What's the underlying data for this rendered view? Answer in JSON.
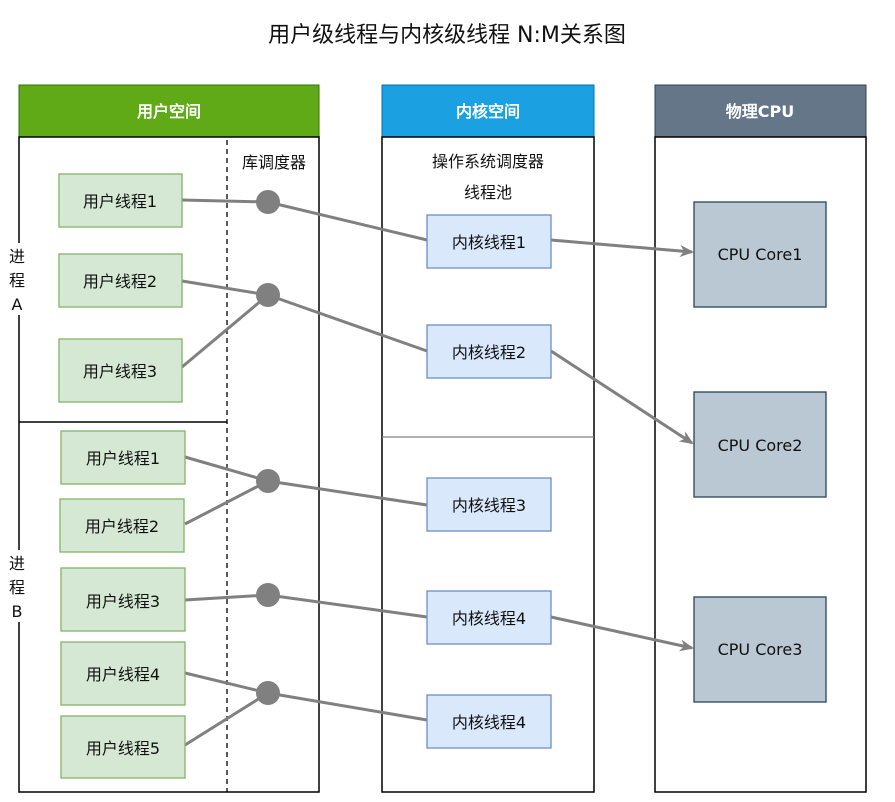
{
  "title": "用户级线程与内核级线程 N:M关系图",
  "colors": {
    "user_header": "#60a917",
    "kernel_header": "#1ba1e2",
    "cpu_header": "#647687",
    "user_thread_fill": "#d5e8d4",
    "user_thread_stroke": "#82b366",
    "kernel_thread_fill": "#dae8fc",
    "kernel_thread_stroke": "#6c8ebf",
    "cpu_fill": "#bac8d3",
    "cpu_stroke": "#23445d",
    "connector": "#808080"
  },
  "user_space": {
    "header": "用户空间",
    "library_scheduler": "库调度器",
    "process_a": {
      "label_chars": [
        "进",
        "程",
        "A"
      ],
      "threads": [
        "用户线程1",
        "用户线程2",
        "用户线程3"
      ]
    },
    "process_b": {
      "label_chars": [
        "进",
        "程",
        "B"
      ],
      "threads": [
        "用户线程1",
        "用户线程2",
        "用户线程3",
        "用户线程4",
        "用户线程5"
      ]
    }
  },
  "kernel_space": {
    "header": "内核空间",
    "scheduler_label": "操作系统调度器",
    "pool_label": "线程池",
    "threads": [
      "内核线程1",
      "内核线程2",
      "内核线程3",
      "内核线程4",
      "内核线程4"
    ]
  },
  "cpu": {
    "header": "物理CPU",
    "cores": [
      "CPU Core1",
      "CPU Core2",
      "CPU Core3"
    ]
  },
  "mappings": [
    {
      "users": [
        "A.用户线程1"
      ],
      "kernel": "内核线程1",
      "cpu": "CPU Core1"
    },
    {
      "users": [
        "A.用户线程2",
        "A.用户线程3"
      ],
      "kernel": "内核线程2",
      "cpu": "CPU Core2"
    },
    {
      "users": [
        "B.用户线程1",
        "B.用户线程2"
      ],
      "kernel": "内核线程3",
      "cpu": null
    },
    {
      "users": [
        "B.用户线程3"
      ],
      "kernel": "内核线程4",
      "cpu": "CPU Core3"
    },
    {
      "users": [
        "B.用户线程4",
        "B.用户线程5"
      ],
      "kernel": "内核线程4",
      "cpu": null
    }
  ]
}
